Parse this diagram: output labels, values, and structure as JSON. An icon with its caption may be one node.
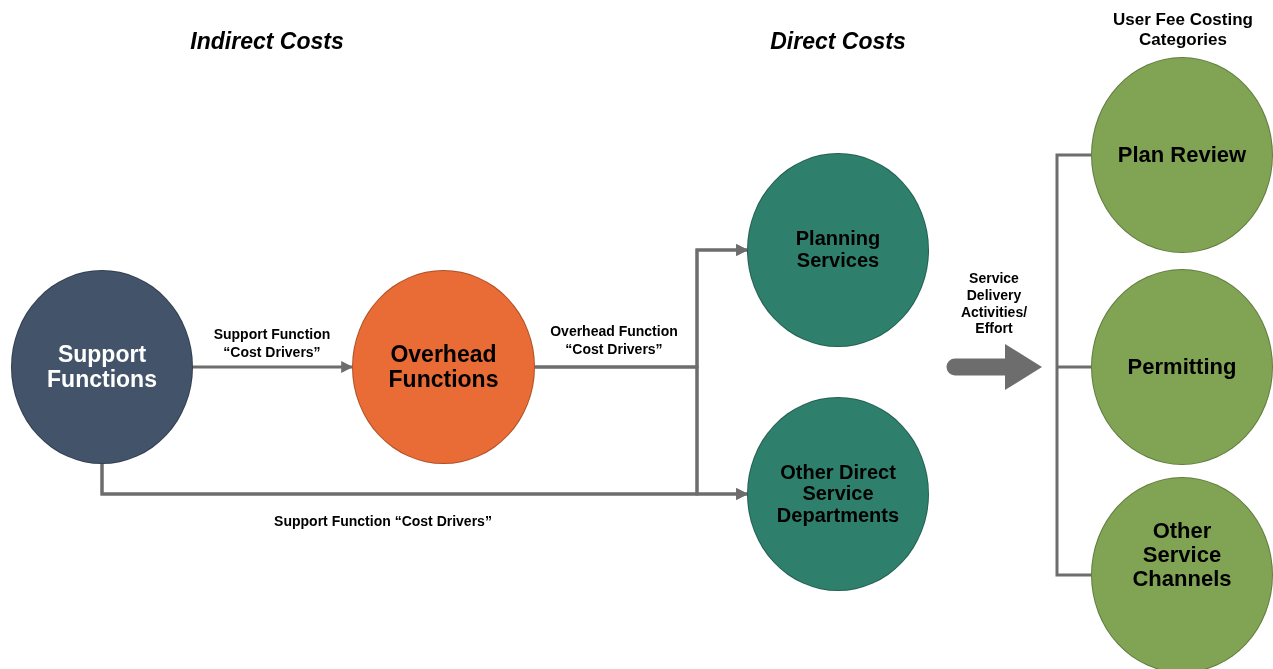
{
  "diagram": {
    "nodes": [
      {
        "text": [
          "Support Functions"
        ]
      },
      {
        "text": [
          "Overhead Functions"
        ]
      },
      {
        "text": [
          "Planning Services"
        ]
      },
      {
        "text": [
          "Other Direct Service Departments"
        ]
      },
      {
        "text": [
          "Plan Review"
        ]
      },
      {
        "text": [
          "Permitting"
        ]
      },
      {
        "text": [
          "Other Service Channels"
        ]
      }
    ],
    "edges": [
      {
        "from": 0,
        "to": 1,
        "arrow": "to",
        "label": "Support Function “Cost Drivers”"
      },
      {
        "from": 1,
        "to": 2,
        "arrow": "to",
        "label": "Overhead Function “Cost Drivers”"
      },
      {
        "from": 1,
        "to": 3,
        "arrow": "to"
      },
      {
        "from": 0,
        "to": 2,
        "arrow": "to"
      },
      {
        "from": 0,
        "to": 3,
        "arrow": "to",
        "label": "Support Function “Cost Drivers”"
      },
      {
        "from": null,
        "to": 4,
        "arrow": "none"
      },
      {
        "from": null,
        "to": 5,
        "arrow": "none"
      },
      {
        "from": null,
        "to": 6,
        "arrow": "none"
      }
    ],
    "labels": [
      "Indirect Costs",
      "Direct Costs",
      "User Fee Costing Categories",
      "Service Delivery Activities/ Effort"
    ]
  }
}
